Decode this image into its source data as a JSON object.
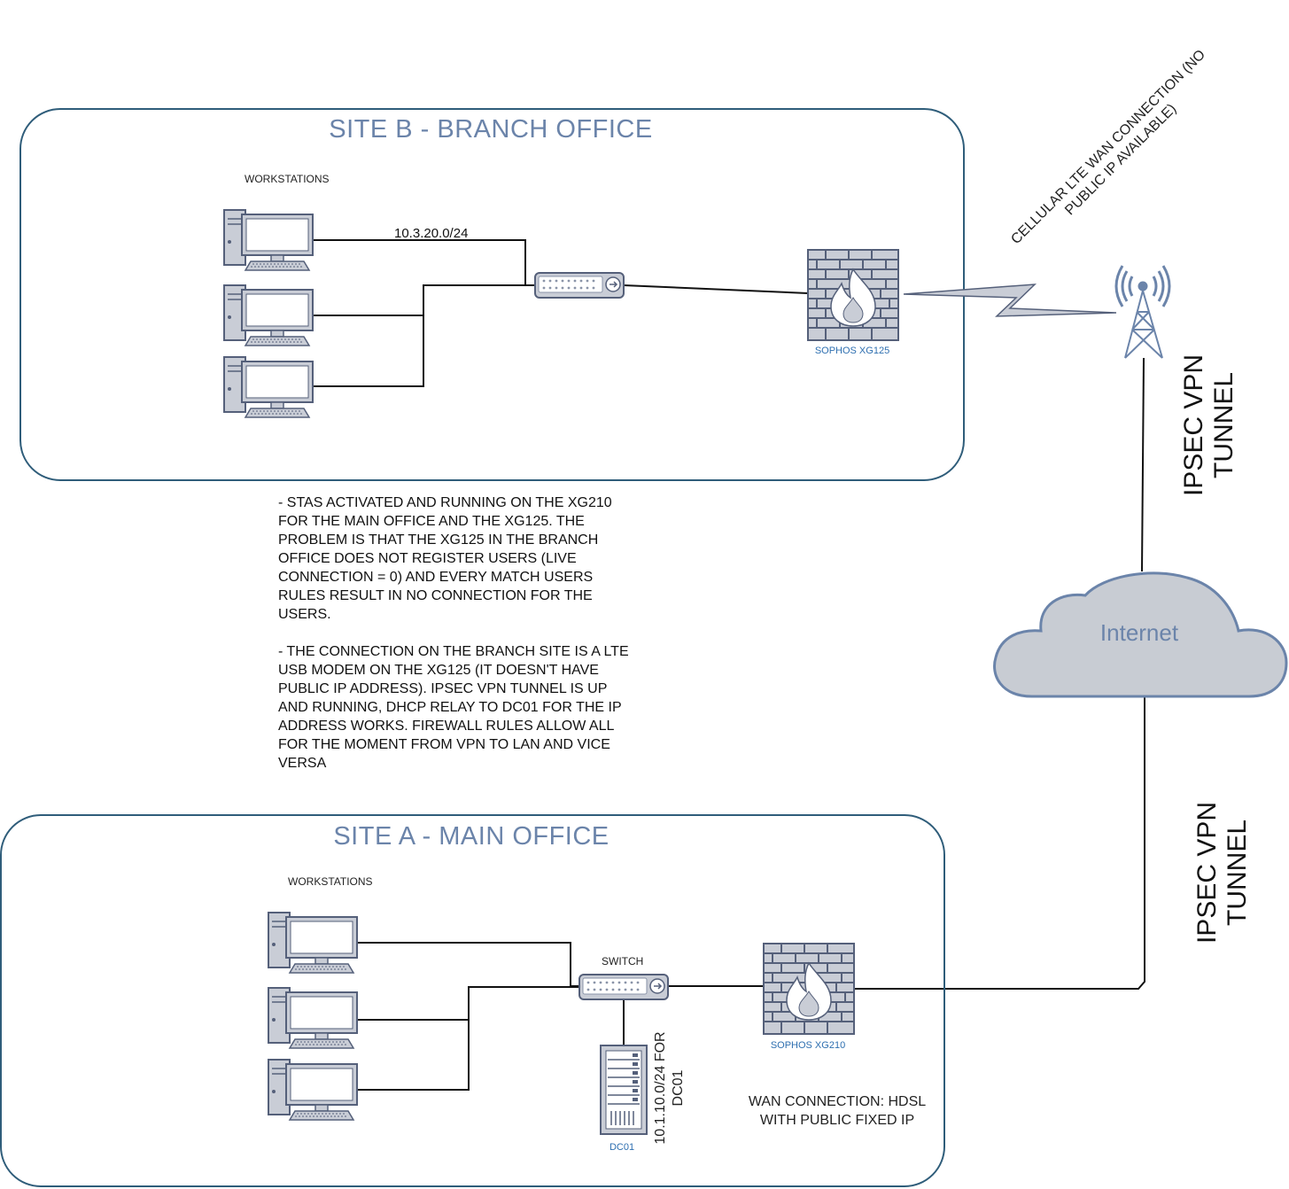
{
  "site_b": {
    "title": "SITE B - BRANCH OFFICE",
    "workstations_label": "WORKSTATIONS",
    "subnet_label": "10.3.20.0/24",
    "firewall_label": "SOPHOS XG125"
  },
  "site_a": {
    "title": "SITE A - MAIN OFFICE",
    "workstations_label": "WORKSTATIONS",
    "switch_label": "SWITCH",
    "server_label": "DC01",
    "server_subnet_line1": "10.1.10.0/24 FOR",
    "server_subnet_line2": "DC01",
    "firewall_label": "SOPHOS XG210",
    "wan_line1": "WAN CONNECTION: HDSL",
    "wan_line2": "WITH PUBLIC FIXED IP"
  },
  "lte": {
    "line1": "CELLULAR LTE WAN CONNECTION (NO",
    "line2": "PUBLIC IP AVAILABLE)"
  },
  "cloud": {
    "label": "Internet"
  },
  "tunnel_upper": {
    "line1": "IPSEC VPN",
    "line2": "TUNNEL"
  },
  "tunnel_lower": {
    "line1": "IPSEC VPN",
    "line2": "TUNNEL"
  },
  "notes": {
    "paragraph1": "- STAS ACTIVATED AND RUNNING ON THE XG210\nFOR THE MAIN OFFICE AND THE XG125. THE\nPROBLEM IS THAT THE XG125 IN THE BRANCH\nOFFICE DOES NOT REGISTER USERS (LIVE\nCONNECTION = 0) AND EVERY MATCH USERS\nRULES RESULT IN NO CONNECTION FOR THE\nUSERS.",
    "paragraph2": "- THE CONNECTION ON THE BRANCH SITE IS A LTE\nUSB MODEM ON THE XG125 (IT DOESN'T HAVE\nPUBLIC IP ADDRESS). IPSEC VPN TUNNEL IS UP\nAND RUNNING, DHCP RELAY TO DC01 FOR THE IP\nADDRESS WORKS. FIREWALL RULES ALLOW ALL\nFOR THE MOMENT FROM VPN TO LAN AND VICE\nVERSA"
  },
  "colors": {
    "frame": "#2f5d7a",
    "title": "#6b84aa",
    "device_fill": "#c9cdd6",
    "device_stroke": "#55607a",
    "cloud_fill": "#c8ccd3",
    "cloud_stroke": "#6b84aa"
  },
  "icons": [
    "workstation-icon",
    "switch-icon",
    "firewall-icon",
    "cell-tower-icon",
    "server-icon",
    "cloud-icon",
    "lightning-icon"
  ]
}
